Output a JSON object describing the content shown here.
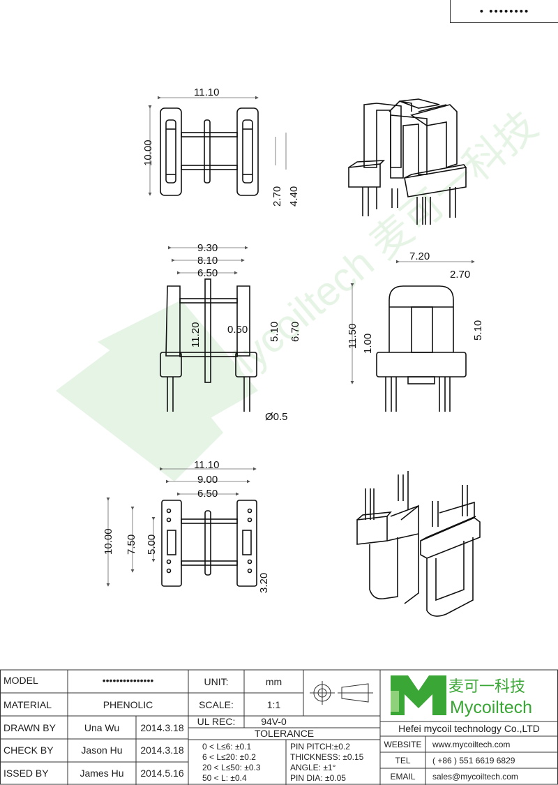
{
  "corner_tag": "• ••••••••",
  "watermark_text": "Mycoiltech 麦可一科技",
  "dimensions": {
    "top_view": {
      "width": "11.10",
      "height": "10.00",
      "inner_a": "2.70",
      "inner_b": "4.40"
    },
    "front_view": {
      "w1": "9.30",
      "w2": "8.10",
      "w3": "6.50",
      "height": "11.20",
      "gap": "0.50",
      "h1": "5.10",
      "h2": "6.70",
      "pin": "Ø0.5"
    },
    "side_view": {
      "width": "7.20",
      "flange": "2.70",
      "height": "11.50",
      "base": "1.00",
      "h": "5.10"
    },
    "bottom_view": {
      "w1": "11.10",
      "w2": "9.00",
      "w3": "6.50",
      "h1": "10.00",
      "h2": "7.50",
      "h3": "5.00",
      "h4": "3.20"
    }
  },
  "title_block": {
    "rows": [
      {
        "label": "MODEL",
        "value": "•••••••••••••••",
        "date": ""
      },
      {
        "label": "MATERIAL",
        "value": "PHENOLIC",
        "date": ""
      },
      {
        "label": "DRAWN BY",
        "value": "Una Wu",
        "date": "2014.3.18"
      },
      {
        "label": "CHECK BY",
        "value": "Jason Hu",
        "date": "2014.3.18"
      },
      {
        "label": "ISSED BY",
        "value": "James Hu",
        "date": "2014.5.16"
      }
    ],
    "unit_label": "UNIT:",
    "unit_value": "mm",
    "scale_label": "SCALE:",
    "scale_value": "1:1",
    "ul_label": "UL REC:",
    "ul_value": "94V-0",
    "tolerance_title": "TOLERANCE",
    "tolerance_left": [
      "0 < L≤6:  ±0.1",
      "6 < L≤20:  ±0.2",
      "20 < L≤50:  ±0.3",
      "50 < L:  ±0.4"
    ],
    "tolerance_right": [
      "PIN PITCH:±0.2",
      "THICKNESS:  ±0.15",
      "ANGLE:  ±1°",
      "PIN DIA:  ±0.05"
    ],
    "company_cn": "麦可一科技",
    "company_brand": "Mycoiltech",
    "company_full": "Hefei mycoil technology Co.,LTD",
    "contacts": [
      {
        "label": "WEBSITE",
        "value": "www.mycoiltech.com"
      },
      {
        "label": "TEL",
        "value": "( +86 ) 551 6619 6829"
      },
      {
        "label": "EMAIL",
        "value": "sales@mycoiltech.com"
      }
    ],
    "brand_color": "#3aa635"
  }
}
